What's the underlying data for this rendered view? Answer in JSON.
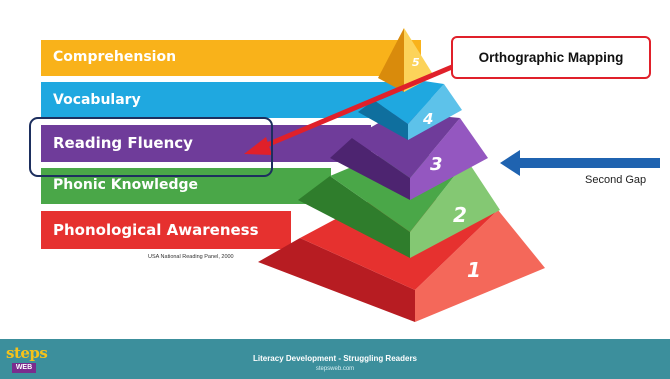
{
  "levels": [
    {
      "label": "Comprehension",
      "number": "5"
    },
    {
      "label": "Vocabulary",
      "number": "4"
    },
    {
      "label": "Reading Fluency",
      "number": "3"
    },
    {
      "label": "Phonic Knowledge",
      "number": "2"
    },
    {
      "label": "Phonological Awareness",
      "number": "1"
    }
  ],
  "source": "USA National Reading Panel, 2000",
  "callout": "Orthographic Mapping",
  "gap_label": "Second Gap",
  "footer": {
    "title": "Literacy Development - Struggling Readers",
    "subtitle": "stepsweb.com"
  },
  "logo": {
    "top": "steps",
    "bottom": "WEB"
  },
  "colors": {
    "comprehension": "#f9b21a",
    "vocabulary": "#1fa8e0",
    "reading_fluency": "#6f3c9a",
    "phonic_knowledge": "#4aa748",
    "phonological_awareness": "#e6312f",
    "callout_border": "#e0202a",
    "arrow_blue": "#1f63b0",
    "footer": "#3c8f9c"
  }
}
